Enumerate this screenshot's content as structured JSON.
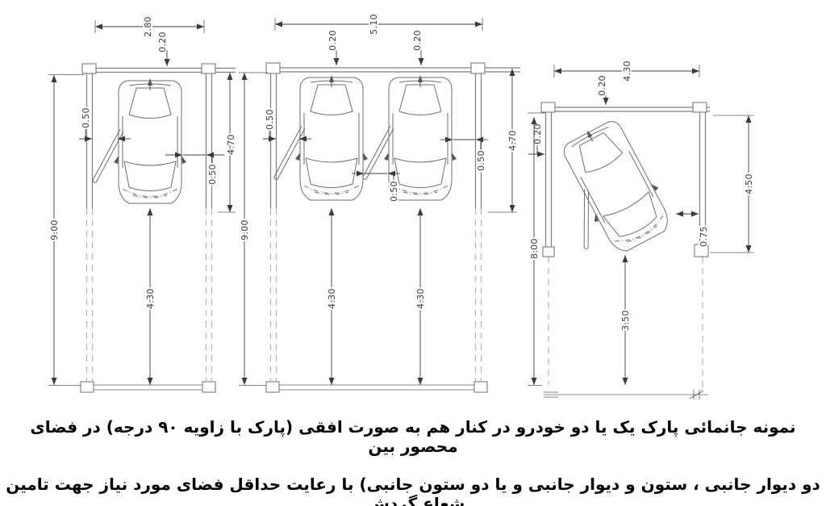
{
  "caption": {
    "line1": "نمونه جانمائی پارک یک یا دو خودرو در کنار هم به صورت افقی (پارک با زاویه ۹۰ درجه) در فضای محصور بین",
    "line2": "دو دیوار جانبی ، ستون و دیوار جانبی و یا دو ستون جانبی) با رعایت حداقل فضای مورد نیاز جهت تامین شعاع گردش."
  },
  "colors": {
    "line": "#3d3d3d",
    "wall": "#7d7d7d",
    "background": "#ffffff",
    "text": "#000000"
  },
  "diagrams": {
    "single": {
      "dims": {
        "stall_width": "2.80",
        "wall_thickness": "0.20",
        "gap_left": "0.50",
        "gap_right": "0.50",
        "car_length": "4.70",
        "total_depth": "9.00",
        "front_space": "4.30"
      }
    },
    "double": {
      "dims": {
        "stall_width": "5.10",
        "wall_left": "0.20",
        "wall_right": "0.20",
        "gap_left": "0.50",
        "gap_middle": "0.50",
        "gap_right": "0.50",
        "car_length": "4.70",
        "total_depth": "9.00",
        "front_space_left": "4.30",
        "front_space_right": "4.30"
      }
    },
    "angled": {
      "dims": {
        "stall_width": "4.30",
        "wall_top": "0.20",
        "wall_left": "0.20",
        "car_span": "4.50",
        "corner_gap": "0.75",
        "total_depth": "8.00",
        "rear_space": "3.50"
      }
    }
  }
}
